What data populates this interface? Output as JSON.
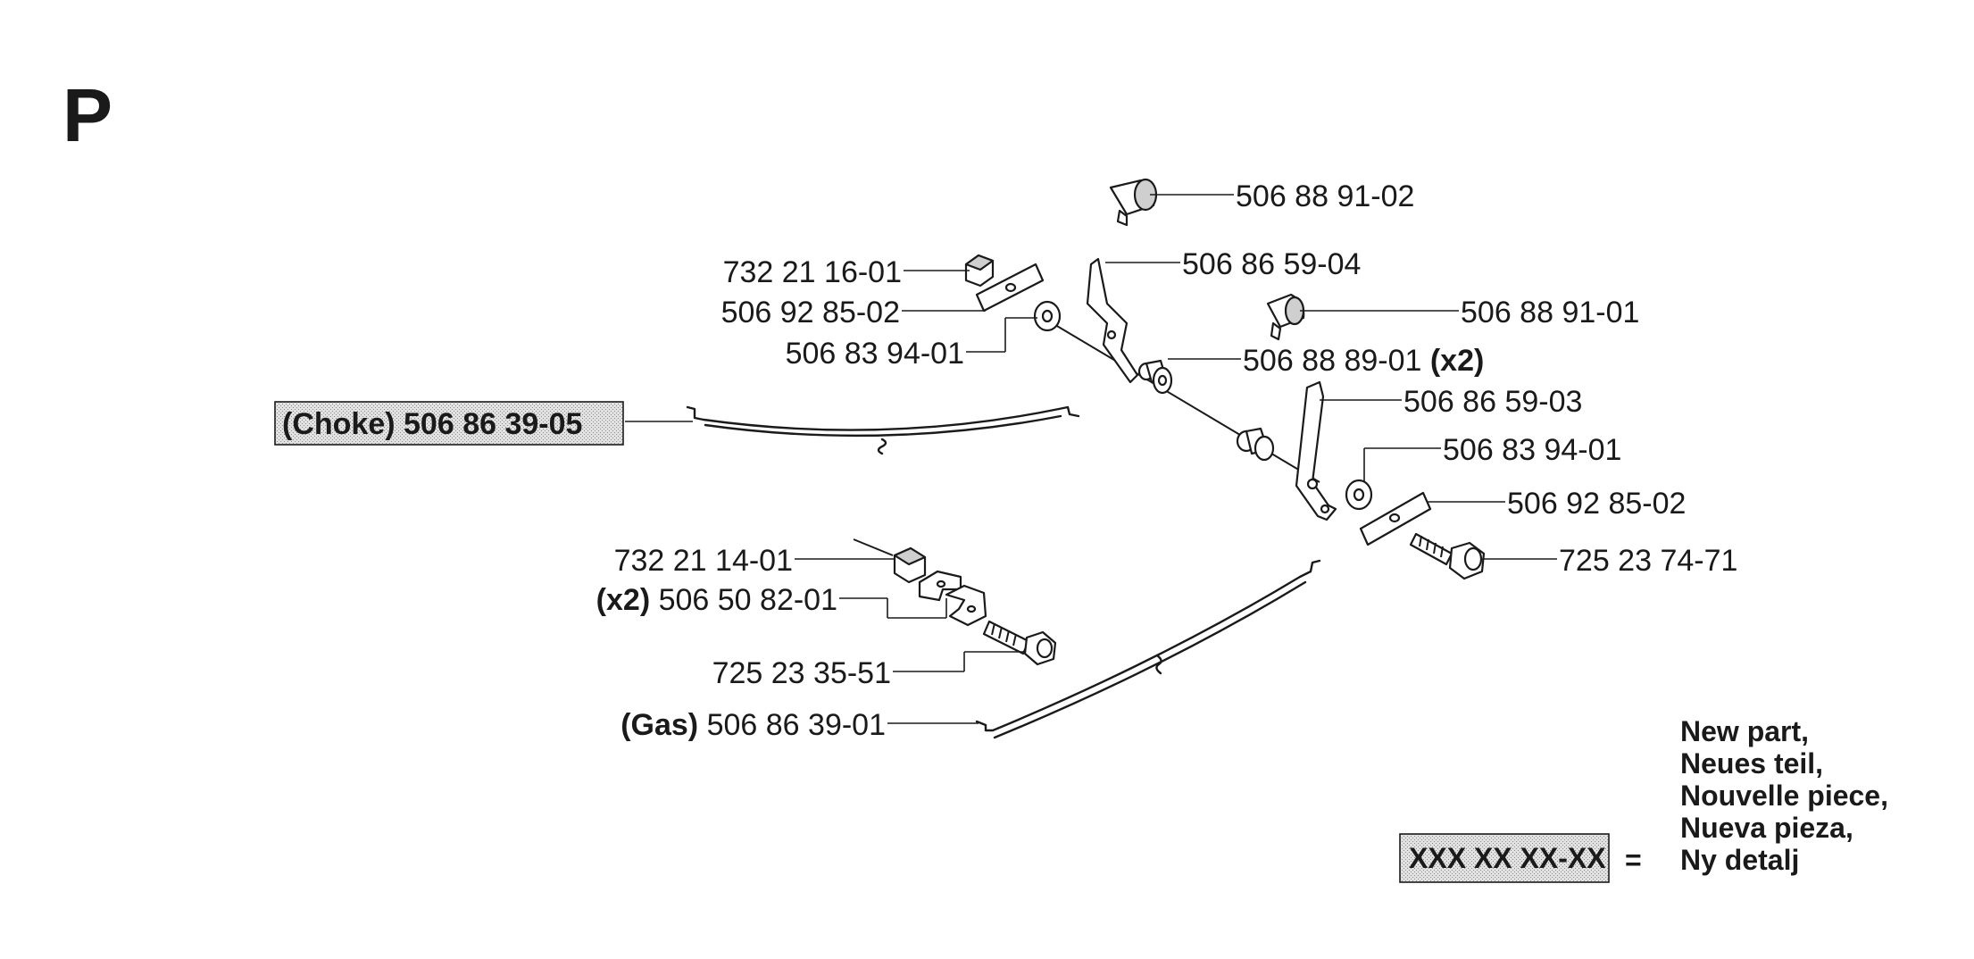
{
  "section_letter": "P",
  "parts": {
    "knob_top": "506 88 91-02",
    "nut_upper": "732 21 16-01",
    "lever_choke": "506 86 59-04",
    "plate_upper": "506 92 85-02",
    "washer_upper": "506 83 94-01",
    "knob_right": "506 88 91-01",
    "bushing": "506 88 89-01",
    "bushing_qty": "(x2)",
    "choke_prefix": "(Choke)",
    "choke_cable": "506 86 39-05",
    "lever_gas": "506 86 59-03",
    "washer_lower": "506 83 94-01",
    "plate_lower": "506 92 85-02",
    "nut_lower": "732 21 14-01",
    "screw_right": "725 23 74-71",
    "clamp_qty": "(x2)",
    "clamp": "506 50 82-01",
    "screw_lower": "725 23 35-51",
    "gas_prefix": "(Gas)",
    "gas_cable": "506 86 39-01"
  },
  "legend": {
    "sample": "XXX XX XX-XX",
    "equals": "=",
    "lines": [
      "New part,",
      "Neues teil,",
      "Nouvelle piece,",
      "Nueva pieza,",
      "Ny detalj"
    ]
  }
}
